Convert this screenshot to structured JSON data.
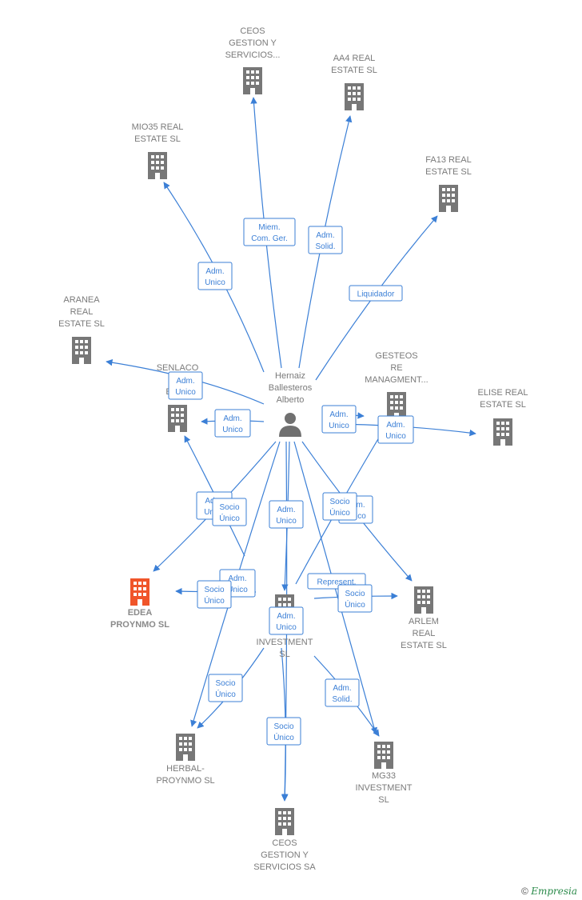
{
  "center": {
    "name_lines": [
      "Hernaiz",
      "Ballesteros",
      "Alberto"
    ]
  },
  "companies": [
    {
      "id": "ceos1",
      "lines": [
        "CEOS",
        "GESTION Y",
        "SERVICIOS..."
      ],
      "highlight": false
    },
    {
      "id": "aa4",
      "lines": [
        "AA4 REAL",
        "ESTATE  SL"
      ],
      "highlight": false
    },
    {
      "id": "mio35",
      "lines": [
        "MIO35 REAL",
        "ESTATE  SL"
      ],
      "highlight": false
    },
    {
      "id": "fa13",
      "lines": [
        "FA13 REAL",
        "ESTATE  SL"
      ],
      "highlight": false
    },
    {
      "id": "aranea",
      "lines": [
        "ARANEA",
        "REAL",
        "ESTATE  SL"
      ],
      "highlight": false
    },
    {
      "id": "senlaco",
      "lines": [
        "SENLACO",
        "R",
        "EST..."
      ],
      "highlight": false
    },
    {
      "id": "gesteos",
      "lines": [
        "GESTEOS",
        "RE",
        "MANAGMENT..."
      ],
      "highlight": false
    },
    {
      "id": "elise",
      "lines": [
        "ELISE REAL",
        "ESTATE  SL"
      ],
      "highlight": false
    },
    {
      "id": "edea",
      "lines": [
        "EDEA",
        "PROYNMO  SL"
      ],
      "highlight": true
    },
    {
      "id": "k",
      "lines": [
        "K...",
        "INVESTMENT",
        "SL"
      ],
      "highlight": false
    },
    {
      "id": "arlem",
      "lines": [
        "ARLEM",
        "REAL",
        "ESTATE  SL"
      ],
      "highlight": false
    },
    {
      "id": "herbal",
      "lines": [
        "HERBAL-",
        "PROYNMO  SL"
      ],
      "highlight": false
    },
    {
      "id": "mg33",
      "lines": [
        "MG33",
        "INVESTMENT",
        "SL"
      ],
      "highlight": false
    },
    {
      "id": "ceos2",
      "lines": [
        "CEOS",
        "GESTION Y",
        "SERVICIOS SA"
      ],
      "highlight": false
    }
  ],
  "tags": [
    {
      "lines": [
        "Miem.",
        "Com. Ger."
      ]
    },
    {
      "lines": [
        "Adm.",
        "Solid."
      ]
    },
    {
      "lines": [
        "Adm.",
        "Unico"
      ]
    },
    {
      "lines": [
        "Liquidador"
      ]
    },
    {
      "lines": [
        "Adm.",
        "Unico"
      ]
    },
    {
      "lines": [
        "Adm.",
        "Unico"
      ]
    },
    {
      "lines": [
        "Adm.",
        "Unico"
      ]
    },
    {
      "lines": [
        "Adm.",
        "Unico"
      ]
    },
    {
      "lines": [
        "Adm.",
        "Unico"
      ]
    },
    {
      "lines": [
        "Socio",
        "Único"
      ]
    },
    {
      "lines": [
        "Adm.",
        "Unico"
      ]
    },
    {
      "lines": [
        "Adm.",
        "Unico"
      ]
    },
    {
      "lines": [
        "Socio",
        "Único"
      ]
    },
    {
      "lines": [
        "Adm.",
        "Unico"
      ]
    },
    {
      "lines": [
        "Socio",
        "Único"
      ]
    },
    {
      "lines": [
        "Represent."
      ]
    },
    {
      "lines": [
        "Socio",
        "Único"
      ]
    },
    {
      "lines": [
        "Adm.",
        "Unico"
      ]
    },
    {
      "lines": [
        "Socio",
        "Único"
      ]
    },
    {
      "lines": [
        "Adm.",
        "Solid."
      ]
    },
    {
      "lines": [
        "Socio",
        "Único"
      ]
    }
  ],
  "colors": {
    "edge": "#3b7fd6",
    "building": "#777777",
    "highlight": "#f0552a",
    "person": "#707070"
  },
  "footer": {
    "symbol": "©",
    "brand": "Empresia"
  }
}
